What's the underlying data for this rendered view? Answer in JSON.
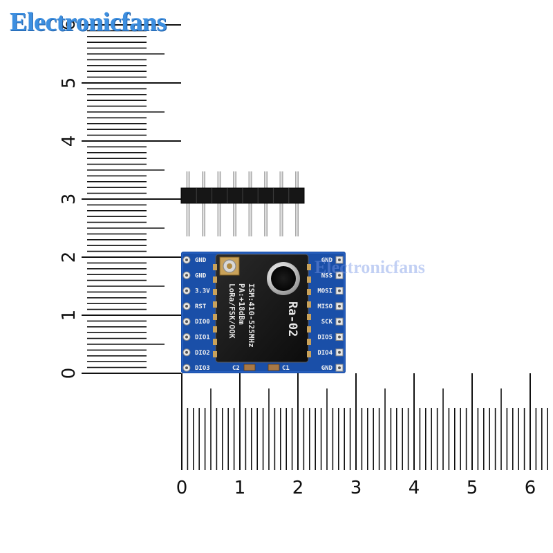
{
  "brand": {
    "logo_text": "Electronicfans",
    "watermark": "Electronicfans"
  },
  "scale": {
    "vertical_labels": [
      "0",
      "1",
      "2",
      "3",
      "4",
      "5",
      "6"
    ],
    "horizontal_labels": [
      "0",
      "1",
      "2",
      "3",
      "4",
      "5",
      "6"
    ]
  },
  "module": {
    "name": "Ra-02",
    "spec_lines": [
      "ISM:410-525MHz",
      "PA:+18dBm",
      "LoRa/FSK/OOK"
    ],
    "left_pins": [
      "GND",
      "GND",
      "3.3V",
      "RST",
      "DIO0",
      "DIO1",
      "DIO2",
      "DIO3"
    ],
    "right_pins": [
      "GND",
      "NSS",
      "MOSI",
      "MISO",
      "SCK",
      "DIO5",
      "DIO4",
      "GND"
    ],
    "components": [
      "C2",
      "C1"
    ]
  },
  "colors": {
    "pcb": "#1a4fa8",
    "shield": "#141414",
    "pin_header": "#1a1a1a",
    "pins": "#c8c8c8",
    "logo": "#3d8fe0"
  }
}
